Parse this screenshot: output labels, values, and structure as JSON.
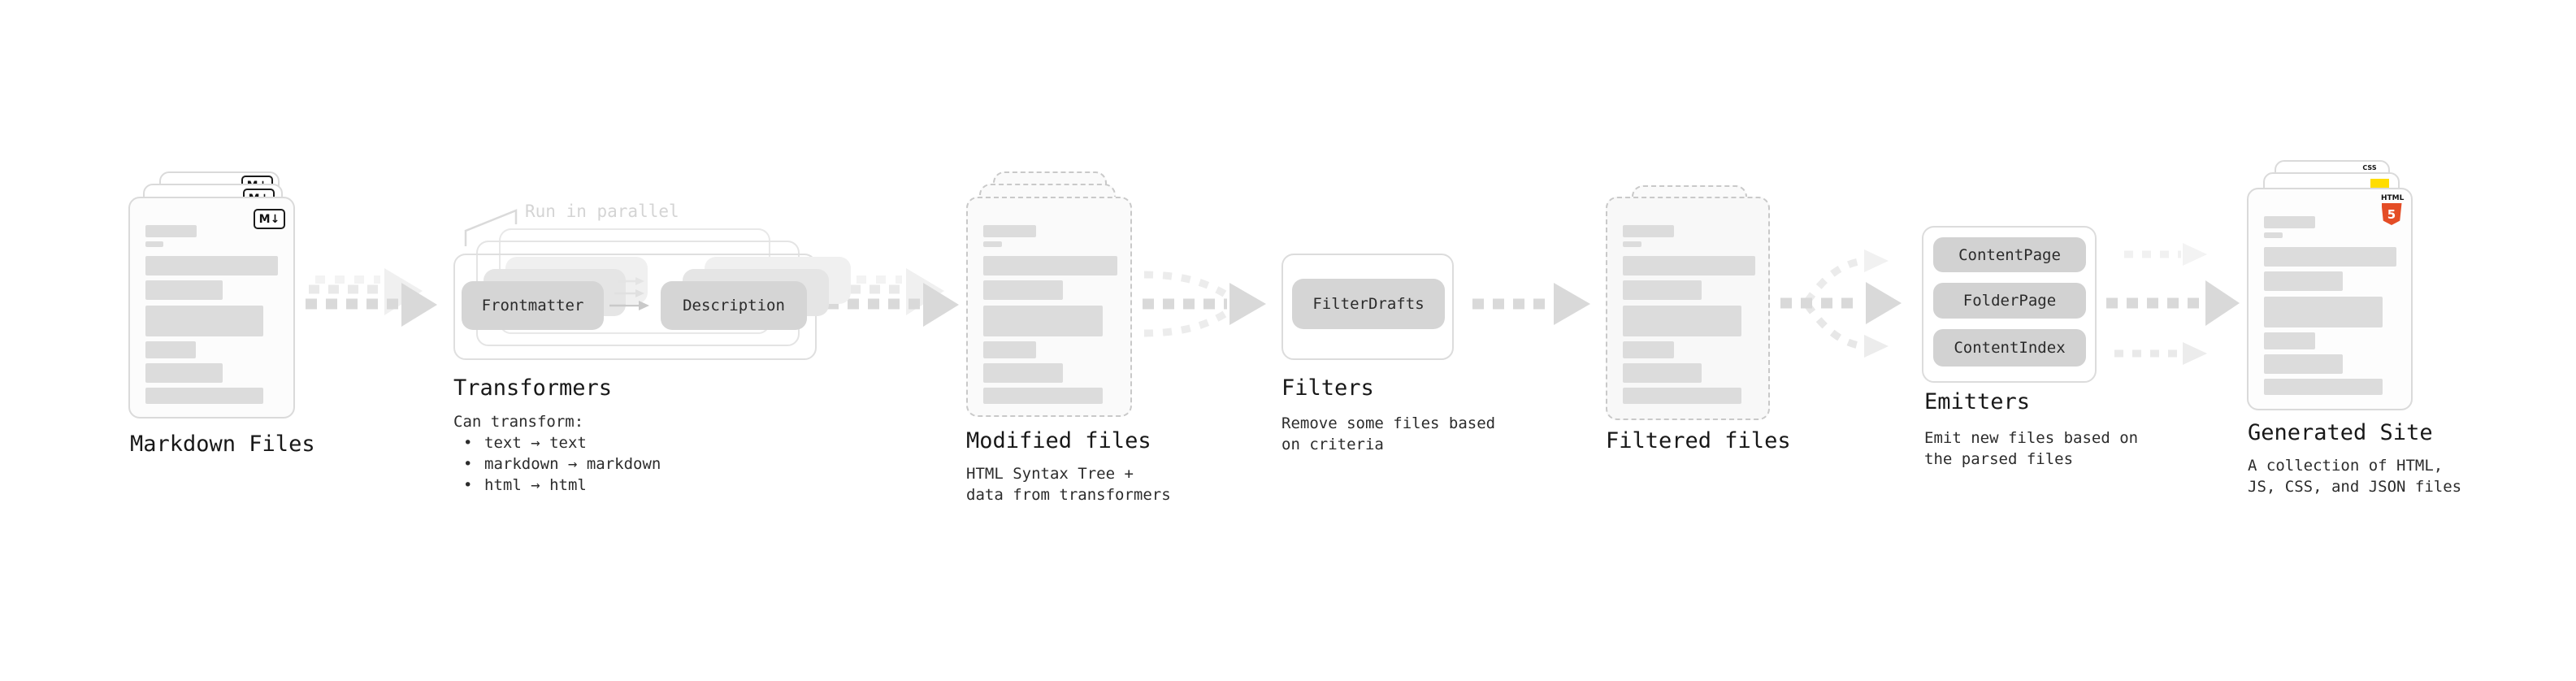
{
  "stages": {
    "markdown_files": {
      "label": "Markdown Files",
      "badge": "M↓"
    },
    "transformers": {
      "heading": "Transformers",
      "run_label": "Run in parallel",
      "pill_left": "Frontmatter",
      "pill_right": "Description",
      "desc_title": "Can transform:",
      "bullet_char": "•",
      "bullets": [
        "text → text",
        "markdown → markdown",
        "html → html"
      ]
    },
    "modified_files": {
      "heading": "Modified files",
      "desc_lines": [
        "HTML Syntax Tree +",
        "data from transformers"
      ]
    },
    "filters": {
      "heading": "Filters",
      "pill": "FilterDrafts",
      "desc_lines": [
        "Remove some files based",
        "on criteria"
      ]
    },
    "filtered_files": {
      "heading": "Filtered files"
    },
    "emitters": {
      "heading": "Emitters",
      "pills": [
        "ContentPage",
        "FolderPage",
        "ContentIndex"
      ],
      "desc_lines": [
        "Emit new files based on",
        "the parsed files"
      ]
    },
    "generated_site": {
      "heading": "Generated Site",
      "desc_lines": [
        "A collection of HTML,",
        "JS, CSS, and JSON files"
      ],
      "badges": {
        "css": "CSS",
        "html_label": "HTML",
        "html_number": "5"
      }
    }
  },
  "colors": {
    "html5_orange": "#e44d26",
    "js_yellow": "#ffdd00",
    "css_blue": "#2965f1",
    "arrow_gray": "#d9d9d9",
    "ghost_arrow_gray": "#f0f0f0",
    "pill_gray": "#d5d5d5",
    "ghost_pill_gray": "#e5e5e5",
    "bar_gray": "#dcdcdc",
    "card_border_gray": "#dadada",
    "dashed_border_gray": "#c9c9c9",
    "group_border_gray": "#e0e0e0",
    "heading_text": "#181818",
    "body_text": "#2c2c2c",
    "muted_label_gray": "#d4d4d4",
    "background": "#ffffff"
  }
}
